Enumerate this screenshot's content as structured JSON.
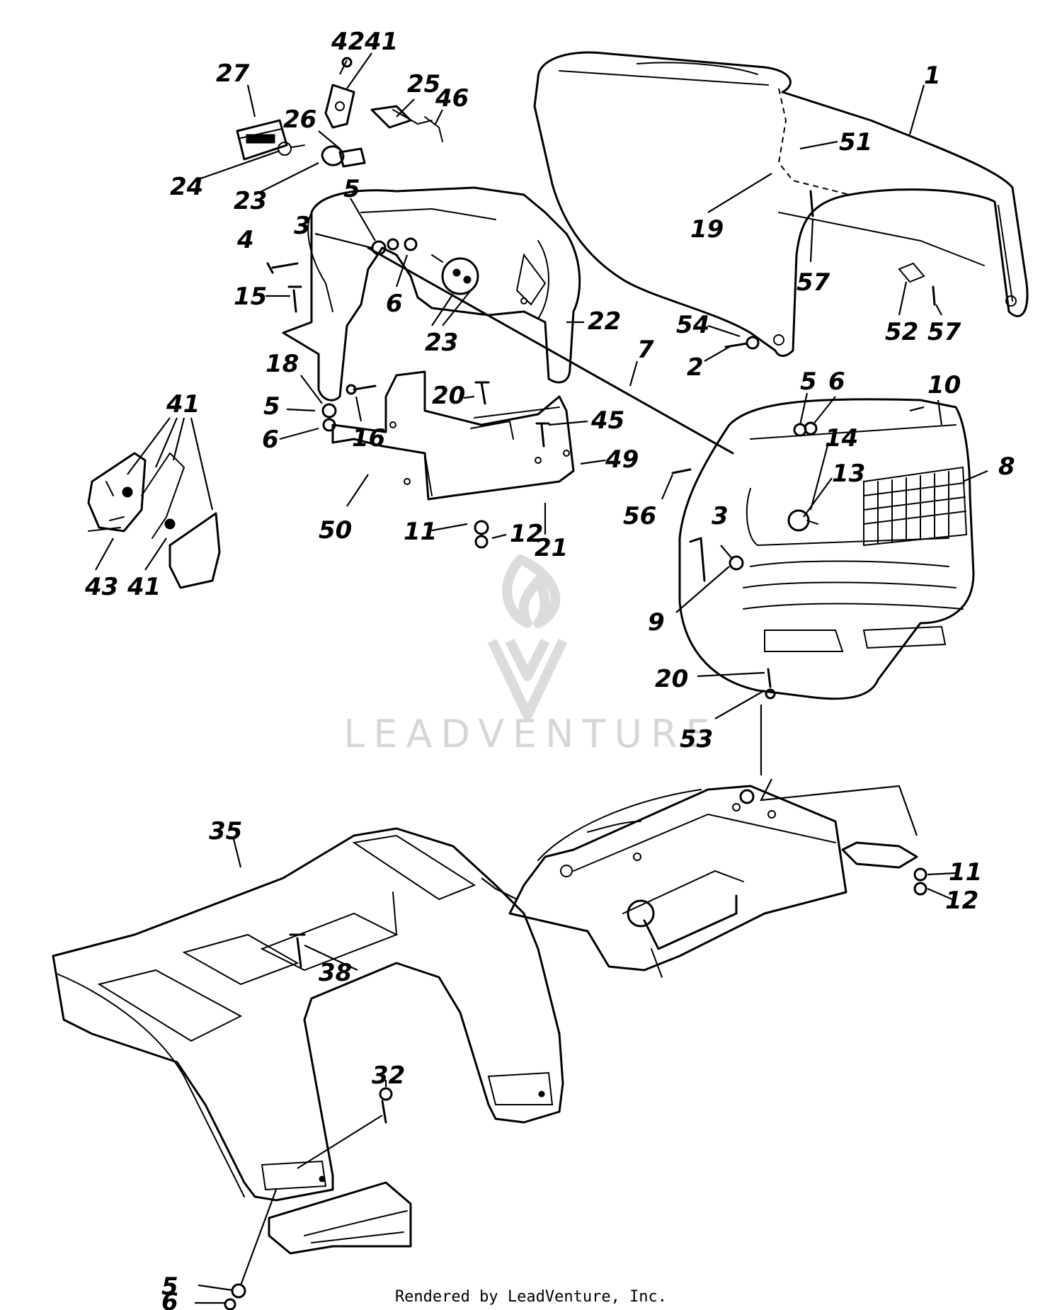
{
  "watermark": {
    "brand": "LEADVENTURE"
  },
  "footer": {
    "credit": "Rendered by LeadVenture, Inc."
  },
  "callouts": [
    {
      "id": "c1",
      "label": "1"
    },
    {
      "id": "c51",
      "label": "51"
    },
    {
      "id": "c19",
      "label": "19"
    },
    {
      "id": "c57a",
      "label": "57"
    },
    {
      "id": "c57b",
      "label": "57"
    },
    {
      "id": "c52",
      "label": "52"
    },
    {
      "id": "c54",
      "label": "54"
    },
    {
      "id": "c2",
      "label": "2"
    },
    {
      "id": "c42",
      "label": "42"
    },
    {
      "id": "c41a",
      "label": "41"
    },
    {
      "id": "c27",
      "label": "27"
    },
    {
      "id": "c25",
      "label": "25"
    },
    {
      "id": "c46",
      "label": "46"
    },
    {
      "id": "c26",
      "label": "26"
    },
    {
      "id": "c24",
      "label": "24"
    },
    {
      "id": "c23a",
      "label": "23"
    },
    {
      "id": "c5a",
      "label": "5"
    },
    {
      "id": "c3a",
      "label": "3"
    },
    {
      "id": "c4",
      "label": "4"
    },
    {
      "id": "c6a",
      "label": "6"
    },
    {
      "id": "c15",
      "label": "15"
    },
    {
      "id": "c23b",
      "label": "23"
    },
    {
      "id": "c22",
      "label": "22"
    },
    {
      "id": "c7",
      "label": "7"
    },
    {
      "id": "c18",
      "label": "18"
    },
    {
      "id": "c5b",
      "label": "5"
    },
    {
      "id": "c16",
      "label": "16"
    },
    {
      "id": "c6b",
      "label": "6"
    },
    {
      "id": "c20a",
      "label": "20"
    },
    {
      "id": "c45",
      "label": "45"
    },
    {
      "id": "c49",
      "label": "49"
    },
    {
      "id": "c41b",
      "label": "41"
    },
    {
      "id": "c50",
      "label": "50"
    },
    {
      "id": "c11a",
      "label": "11"
    },
    {
      "id": "c12a",
      "label": "12"
    },
    {
      "id": "c21",
      "label": "21"
    },
    {
      "id": "c43",
      "label": "43"
    },
    {
      "id": "c41c",
      "label": "41"
    },
    {
      "id": "c5c",
      "label": "5"
    },
    {
      "id": "c6c",
      "label": "6"
    },
    {
      "id": "c10",
      "label": "10"
    },
    {
      "id": "c14",
      "label": "14"
    },
    {
      "id": "c8",
      "label": "8"
    },
    {
      "id": "c13",
      "label": "13"
    },
    {
      "id": "c56",
      "label": "56"
    },
    {
      "id": "c3b",
      "label": "3"
    },
    {
      "id": "c9",
      "label": "9"
    },
    {
      "id": "c20b",
      "label": "20"
    },
    {
      "id": "c53",
      "label": "53"
    },
    {
      "id": "c35",
      "label": "35"
    },
    {
      "id": "c38",
      "label": "38"
    },
    {
      "id": "c11b",
      "label": "11"
    },
    {
      "id": "c12b",
      "label": "12"
    },
    {
      "id": "c32",
      "label": "32"
    },
    {
      "id": "c5d",
      "label": "5"
    },
    {
      "id": "c6d",
      "label": "6"
    }
  ]
}
